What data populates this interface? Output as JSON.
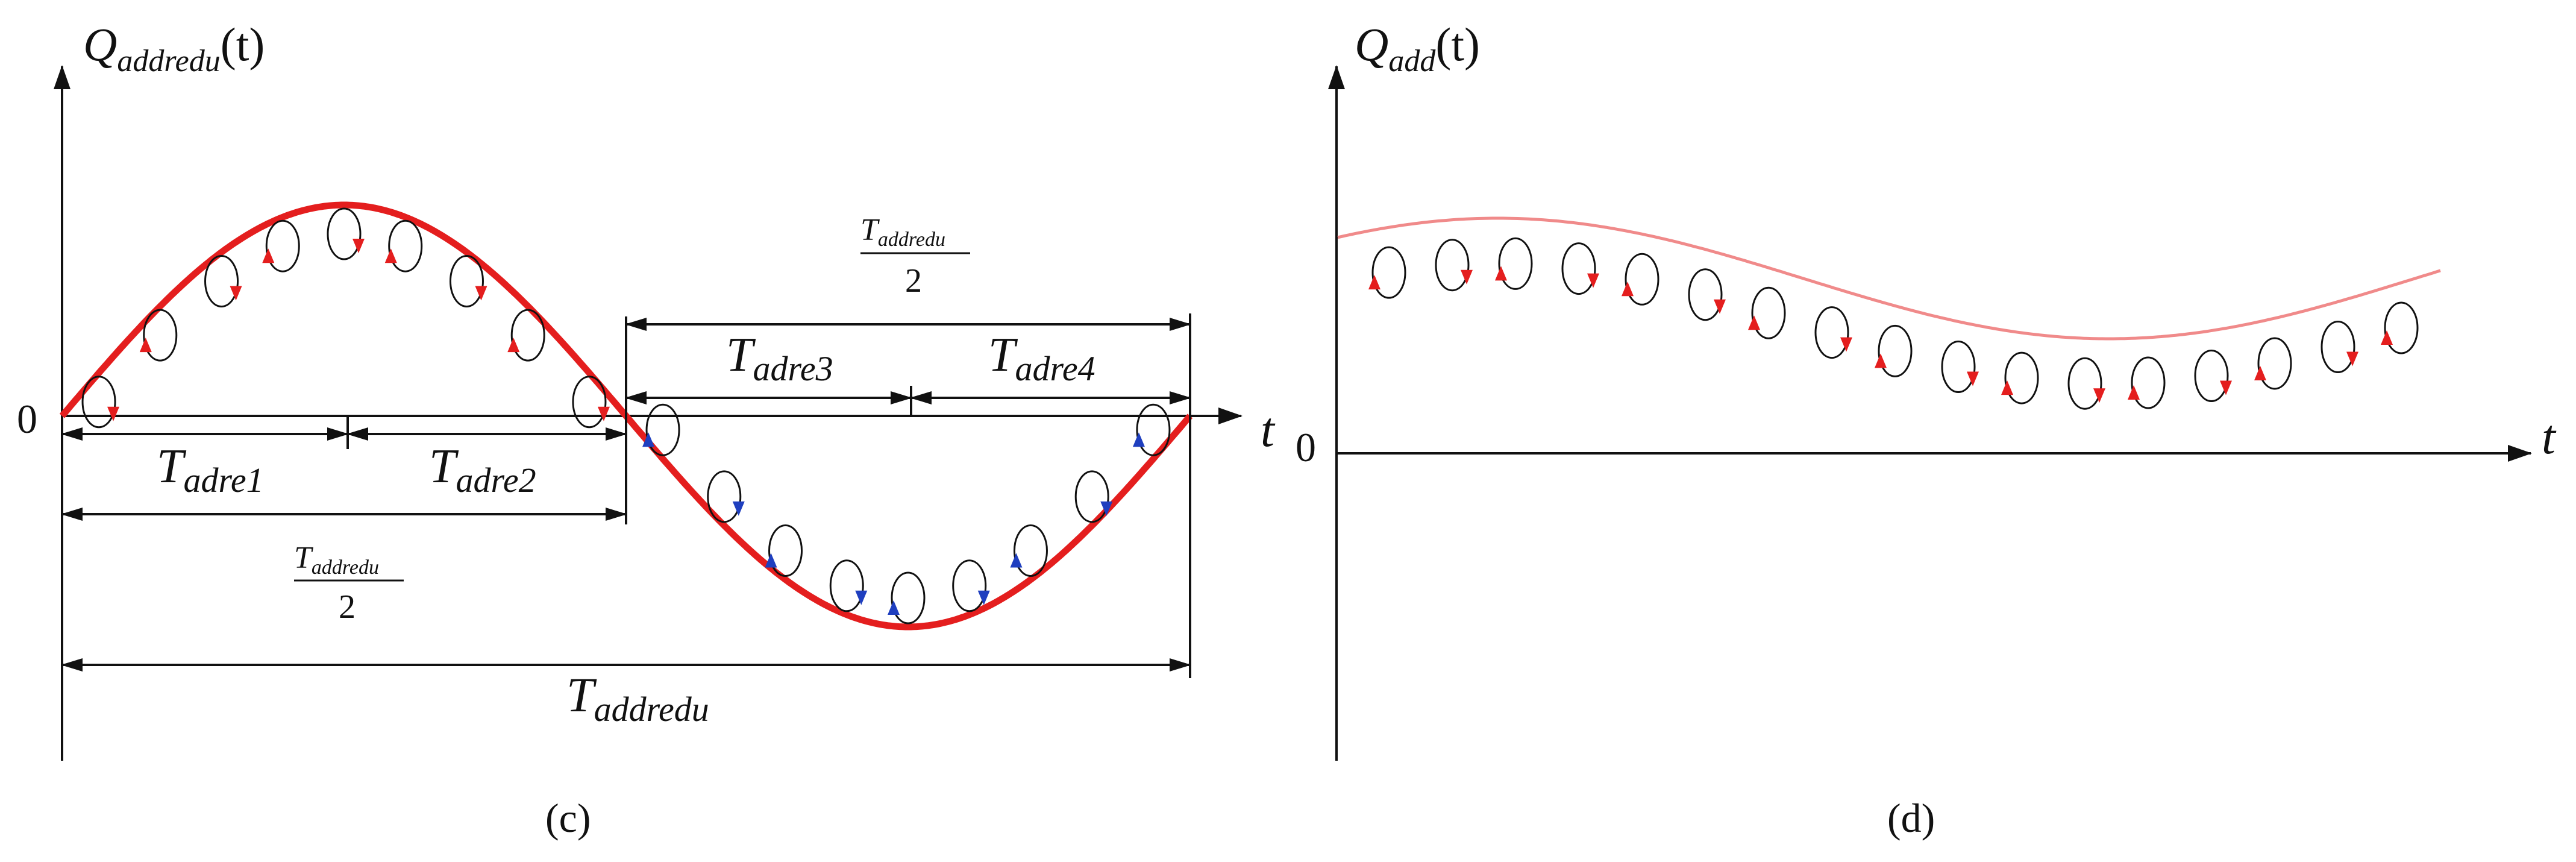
{
  "colors": {
    "axis": "#111111",
    "positive_wave": "#e41e1e",
    "offset_wave": "#f08a8a",
    "orbit": "#111111",
    "arrow_positive": "#e41e1e",
    "arrow_negative": "#1f3fbf"
  },
  "panel_c": {
    "caption": "(c)",
    "y_label_main": "Q",
    "y_label_sub": "addredu",
    "y_label_args": "(t)",
    "x_label": "t",
    "origin": "0",
    "curve": "sine (one full period)",
    "orbits_positive_half": 9,
    "orbits_negative_half": 9,
    "dims": {
      "t_adre1": {
        "main": "T",
        "sub": "adre1"
      },
      "t_adre2": {
        "main": "T",
        "sub": "adre2"
      },
      "t_adre3": {
        "main": "T",
        "sub": "adre3"
      },
      "t_adre4": {
        "main": "T",
        "sub": "adre4"
      },
      "half_left": {
        "num_main": "T",
        "num_sub": "addredu",
        "den": "2"
      },
      "half_right": {
        "num_main": "T",
        "num_sub": "addredu",
        "den": "2"
      },
      "full": {
        "main": "T",
        "sub": "addredu"
      }
    }
  },
  "panel_d": {
    "caption": "(d)",
    "y_label_main": "Q",
    "y_label_sub": "add",
    "y_label_args": "(t)",
    "x_label": "t",
    "origin": "0",
    "curve": "offset sine (always positive)",
    "orbits": 17
  }
}
